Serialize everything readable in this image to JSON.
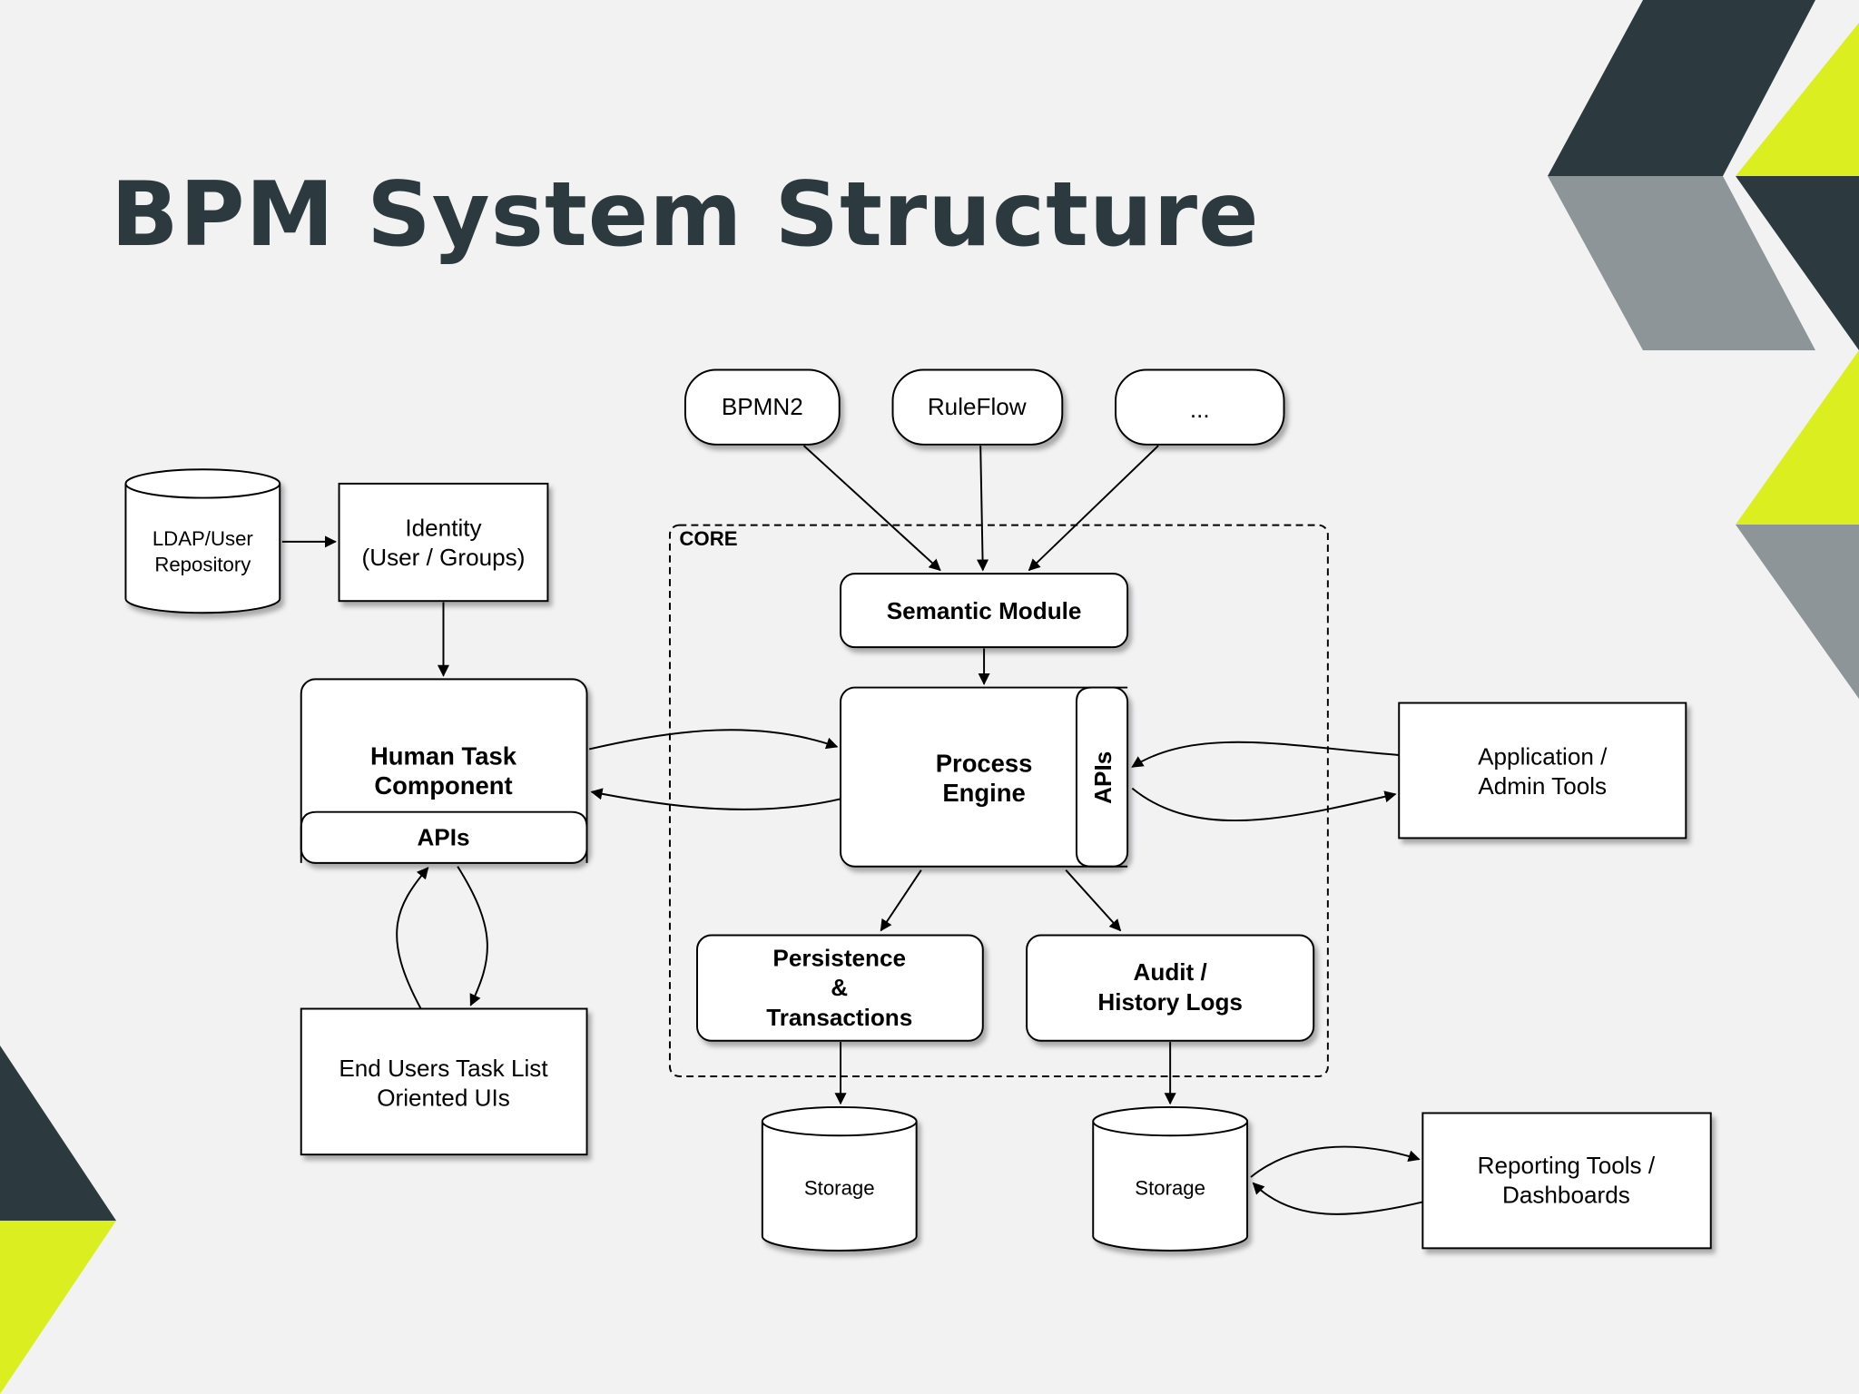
{
  "slide": {
    "title": "BPM System Structure"
  },
  "diagram": {
    "inputs": [
      "BPMN2",
      "RuleFlow",
      "..."
    ],
    "core_label": "CORE",
    "semantic_module": "Semantic Module",
    "process_engine": [
      "Process",
      "Engine"
    ],
    "engine_apis": "APIs",
    "ldap": [
      "LDAP/User",
      "Repository"
    ],
    "identity": [
      "Identity",
      "(User / Groups)"
    ],
    "human_task": [
      "Human Task",
      "Component"
    ],
    "human_task_apis": "APIs",
    "end_users": [
      "End Users Task List",
      "Oriented UIs"
    ],
    "app_admin": [
      "Application /",
      "Admin Tools"
    ],
    "persistence": [
      "Persistence",
      "&",
      "Transactions"
    ],
    "audit": [
      "Audit /",
      "History Logs"
    ],
    "storage_1": "Storage",
    "storage_2": "Storage",
    "reporting": [
      "Reporting Tools /",
      "Dashboards"
    ]
  },
  "colors": {
    "background": "#f2f2f3",
    "dark": "#2c3a40",
    "grey": "#8e9599",
    "lime": "#dbee20",
    "title": "#2c3a40",
    "stroke": "#000000"
  }
}
